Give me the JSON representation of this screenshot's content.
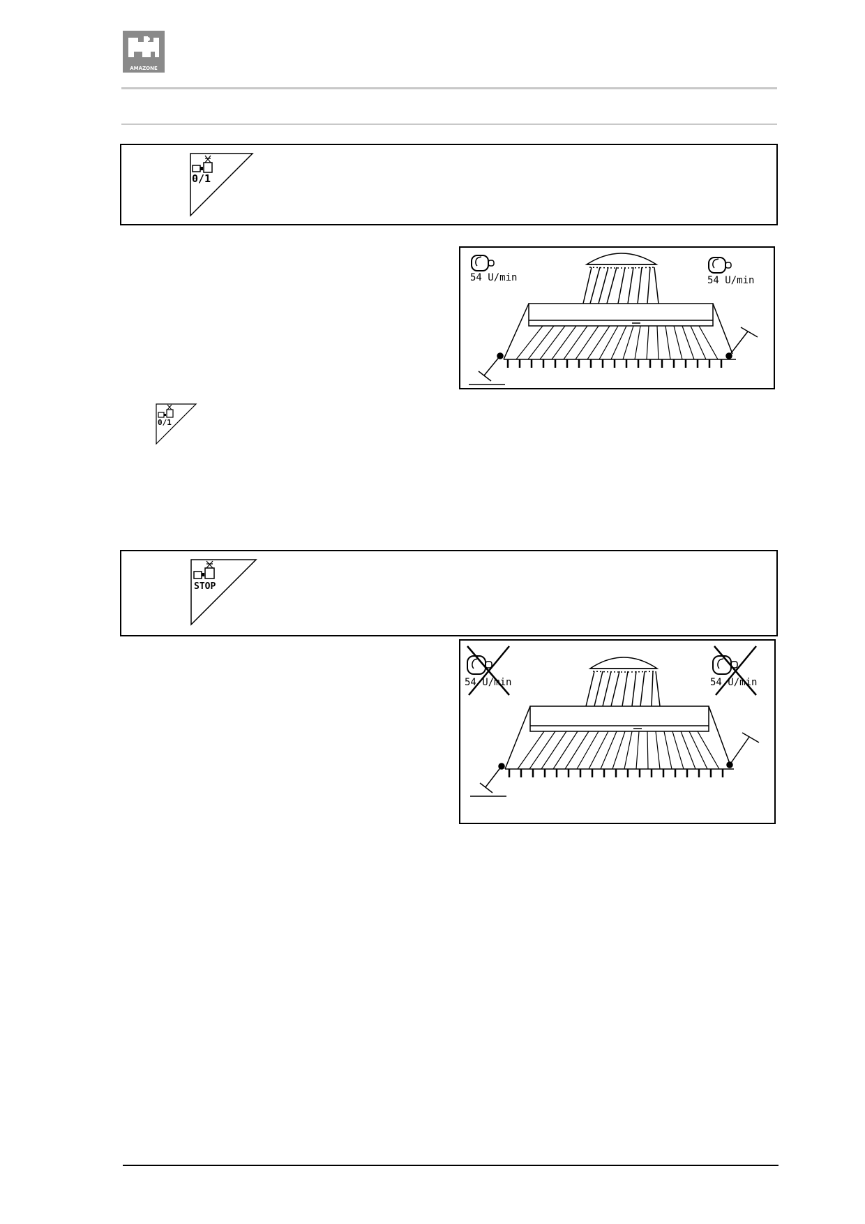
{
  "brand": {
    "logo_text": "AMAZONE",
    "color": "#8a8a8a"
  },
  "sections": [
    {
      "key_label": "0/1",
      "display": {
        "left_rpm": "54 U/min",
        "right_rpm": "54 U/min",
        "stopped": false
      }
    },
    {
      "key_label": "STOP",
      "display": {
        "left_rpm": "54 U/min",
        "right_rpm": "54 U/min",
        "stopped": true
      }
    }
  ],
  "inline_key_label": "0/1"
}
